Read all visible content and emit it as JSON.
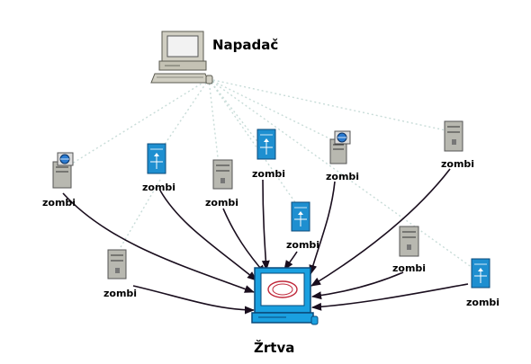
{
  "attacker": {
    "label": "Napadač",
    "icon": "attacker-computer-icon"
  },
  "victim": {
    "label": "Žrtva",
    "icon": "victim-computer-icon"
  },
  "zombies": [
    {
      "id": "z1",
      "label": "zombi",
      "icon": "server-globe-icon"
    },
    {
      "id": "z2",
      "label": "zombi",
      "icon": "network-server-icon"
    },
    {
      "id": "z3",
      "label": "zombi",
      "icon": "tower-server-icon"
    },
    {
      "id": "z4",
      "label": "zombi",
      "icon": "network-server-icon"
    },
    {
      "id": "z5",
      "label": "zombi",
      "icon": "server-globe-icon"
    },
    {
      "id": "z6",
      "label": "zombi",
      "icon": "tower-server-icon"
    },
    {
      "id": "z7",
      "label": "zombi",
      "icon": "network-server-icon"
    },
    {
      "id": "z8",
      "label": "zombi",
      "icon": "tower-server-icon"
    },
    {
      "id": "z9",
      "label": "zombi",
      "icon": "tower-server-icon"
    },
    {
      "id": "z10",
      "label": "zombi",
      "icon": "network-server-icon"
    }
  ],
  "colors": {
    "command_link": "#c8dcd8",
    "attack_link": "#1a0e1e",
    "network_server": "#1e8fd0",
    "tower_server": "#b8b8b0",
    "victim_screen": "#1aa0e0"
  }
}
